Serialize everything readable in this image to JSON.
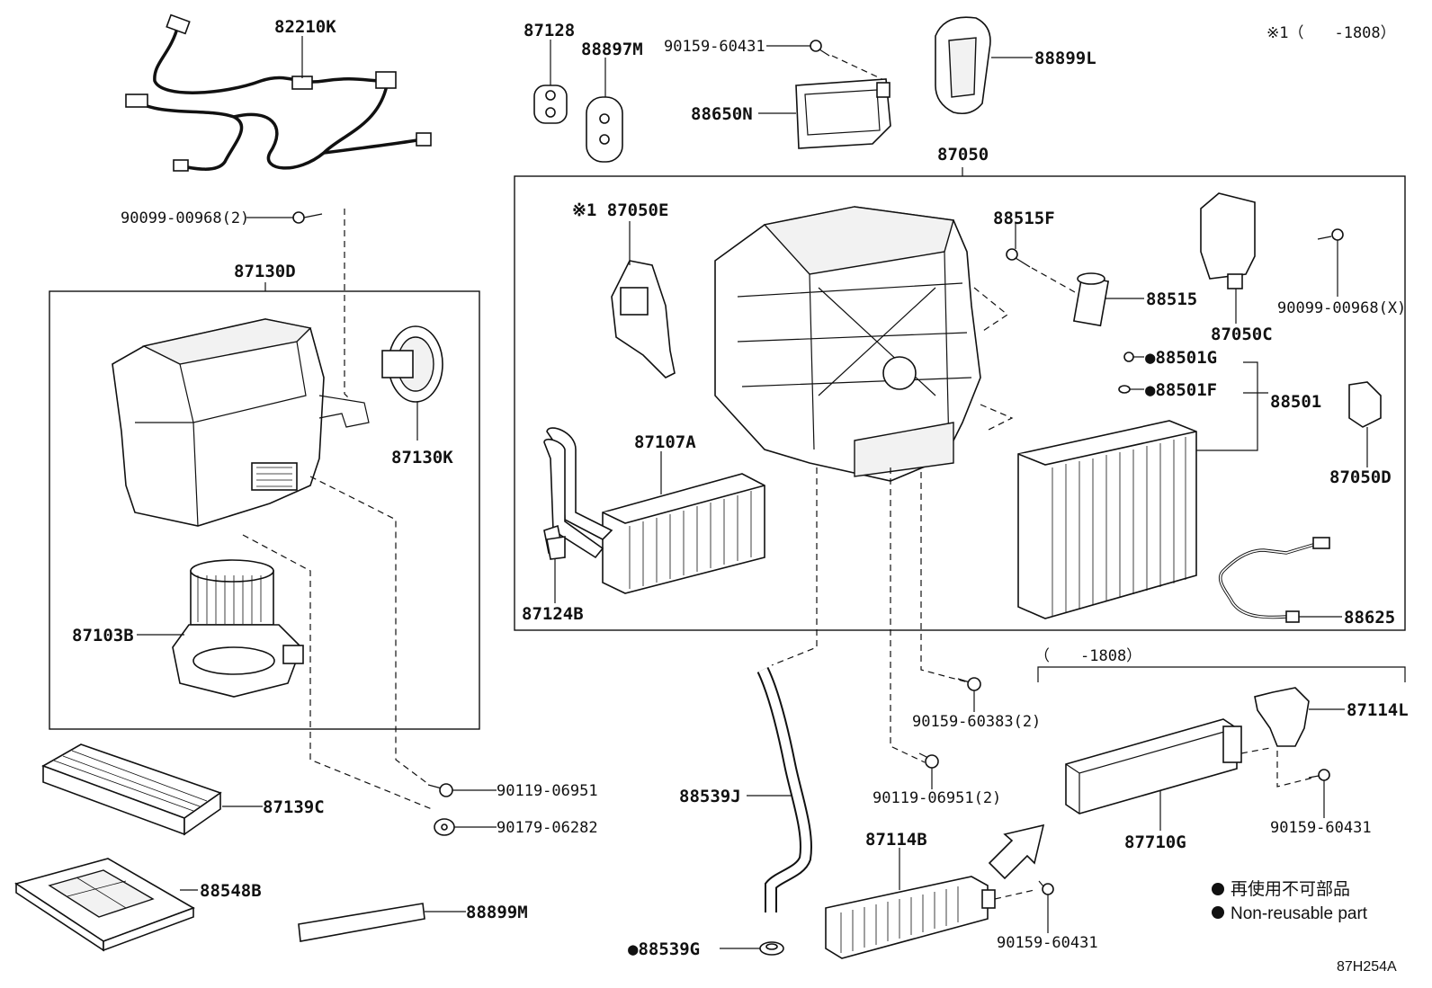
{
  "diagram_code": "87H254A",
  "note_top_right": "※1（　　-1808）",
  "note_range": "（　　-1808）",
  "legend": {
    "jp": "再使用不可部品",
    "en": "Non-reusable part"
  },
  "labels": {
    "p82210K": "82210K",
    "p90099_00968_2": "90099-00968(2)",
    "p87130D": "87130D",
    "p87130K": "87130K",
    "p87103B": "87103B",
    "p87139C": "87139C",
    "p88548B": "88548B",
    "p88899M": "88899M",
    "p90119_06951": "90119-06951",
    "p90179_06282": "90179-06282",
    "p87128": "87128",
    "p88897M": "88897M",
    "p90159_60431_top": "90159-60431",
    "p88650N": "88650N",
    "p88899L": "88899L",
    "p87050": "87050",
    "p87050E": "※1 87050E",
    "p88515F": "88515F",
    "p88515": "88515",
    "p87050C": "87050C",
    "p90099_00968_X": "90099-00968(X)",
    "p88501G": "●88501G",
    "p88501F": "●88501F",
    "p88501": "88501",
    "p87050D": "87050D",
    "p87107A": "87107A",
    "p87124B": "87124B",
    "p88625": "88625",
    "p90159_60383_2": "90159-60383(2)",
    "p90119_06951_2": "90119-06951(2)",
    "p88539J": "88539J",
    "p88539G": "●88539G",
    "p87114B": "87114B",
    "p90159_60431_bottom": "90159-60431",
    "p87114L": "87114L",
    "p87710G": "87710G",
    "p90159_60431_right": "90159-60431"
  }
}
